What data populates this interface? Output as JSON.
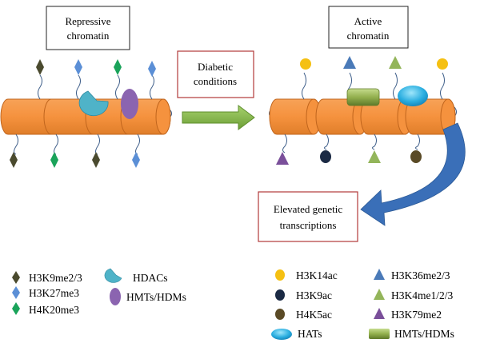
{
  "boxes": {
    "repressive": [
      "Repressive",
      "chromatin"
    ],
    "active": [
      "Active",
      "chromatin"
    ],
    "diabetic": [
      "Diabetic",
      "conditions"
    ],
    "elevated": [
      "Elevated genetic",
      "transcriptions"
    ]
  },
  "legend_left": [
    {
      "label": "H3K9me2/3",
      "icon": "diamond-icon",
      "color": "#4a4a2e"
    },
    {
      "label": "H3K27me3",
      "icon": "diamond-icon",
      "color": "#5b8fd6"
    },
    {
      "label": "H4K20me3",
      "icon": "diamond-icon",
      "color": "#1aa35a"
    },
    {
      "label": "HDACs",
      "icon": "pacman-icon",
      "color": "#4fb3c8"
    },
    {
      "label": "HMTs/HDMs",
      "icon": "ellipse-icon",
      "color": "#8b64b0"
    }
  ],
  "legend_right": [
    {
      "label": "H3K14ac",
      "icon": "circle-icon",
      "color": "#f5c012"
    },
    {
      "label": "H3K9ac",
      "icon": "circle-icon",
      "color": "#1b2a44"
    },
    {
      "label": "H4K5ac",
      "icon": "circle-icon",
      "color": "#5a4a26"
    },
    {
      "label": "HATs",
      "icon": "ellipse-icon",
      "color": "#22a8d8"
    },
    {
      "label": "H3K36me2/3",
      "icon": "triangle-icon",
      "color": "#4a7ab8"
    },
    {
      "label": "H3K4me1/2/3",
      "icon": "triangle-icon",
      "color": "#93b55a"
    },
    {
      "label": "H3K79me2",
      "icon": "triangle-icon",
      "color": "#7a4f9a"
    },
    {
      "label": "HMTs/HDMs",
      "icon": "rect-icon",
      "color": "#7a9a3a"
    }
  ],
  "colors": {
    "nucleosome": "#f5923e",
    "nucleosome_edge": "#c0651d",
    "dna": "#3f5f8a",
    "arrow": "#7fb24a",
    "curved_arrow": "#3a6fb8",
    "box_border": "#b23a3a"
  }
}
